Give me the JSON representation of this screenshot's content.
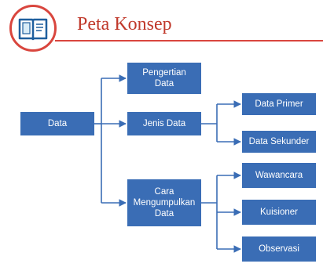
{
  "header": {
    "title": "Peta Konsep",
    "logo_icon": "book-icon",
    "accent_color": "#d9463e"
  },
  "diagram": {
    "box_color": "#3a6db5",
    "line_color": "#3a6db5",
    "root": {
      "label": "Data"
    },
    "level1": [
      {
        "label": "Pengertian\nData"
      },
      {
        "label": "Jenis Data"
      },
      {
        "label": "Cara\nMengumpulkan\nData"
      }
    ],
    "jenis_children": [
      {
        "label": "Data Primer"
      },
      {
        "label": "Data Sekunder"
      }
    ],
    "cara_children": [
      {
        "label": "Wawancara"
      },
      {
        "label": "Kuisioner"
      },
      {
        "label": "Observasi"
      }
    ]
  }
}
